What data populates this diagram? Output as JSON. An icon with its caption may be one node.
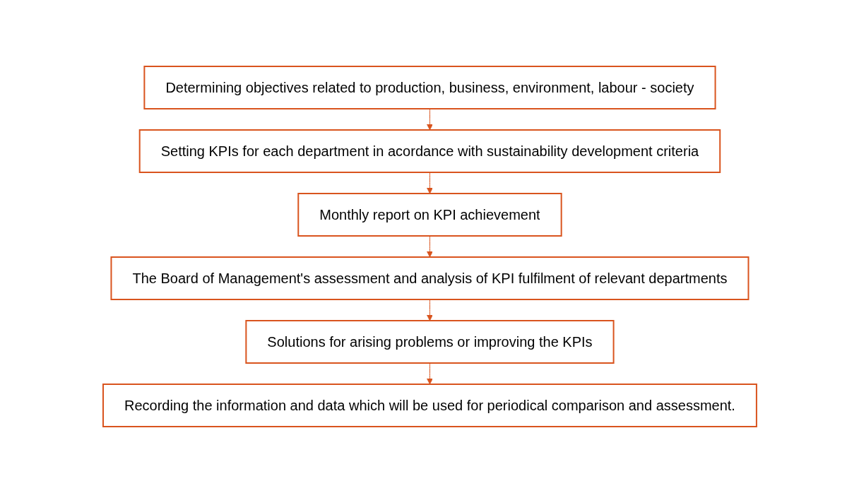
{
  "diagram": {
    "nodes": [
      {
        "text": [
          "Determining objectives related to production, business, environment, labour - society"
        ]
      },
      {
        "text": [
          "Setting KPIs for each department in acordance with sustainability development criteria"
        ]
      },
      {
        "text": [
          "Monthly report on KPI achievement"
        ]
      },
      {
        "text": [
          "The Board of Management's assessment and analysis of KPI fulfilment of relevant departments"
        ]
      },
      {
        "text": [
          "Solutions for arising problems or improving the KPIs"
        ]
      },
      {
        "text": [
          "Recording the information and data which will be used for periodical comparison and assessment."
        ]
      }
    ],
    "edges": [
      {
        "from": 0,
        "to": 1,
        "arrow": "to"
      },
      {
        "from": 1,
        "to": 2,
        "arrow": "to"
      },
      {
        "from": 2,
        "to": 3,
        "arrow": "to"
      },
      {
        "from": 3,
        "to": 4,
        "arrow": "to"
      },
      {
        "from": 4,
        "to": 5,
        "arrow": "to"
      }
    ]
  }
}
